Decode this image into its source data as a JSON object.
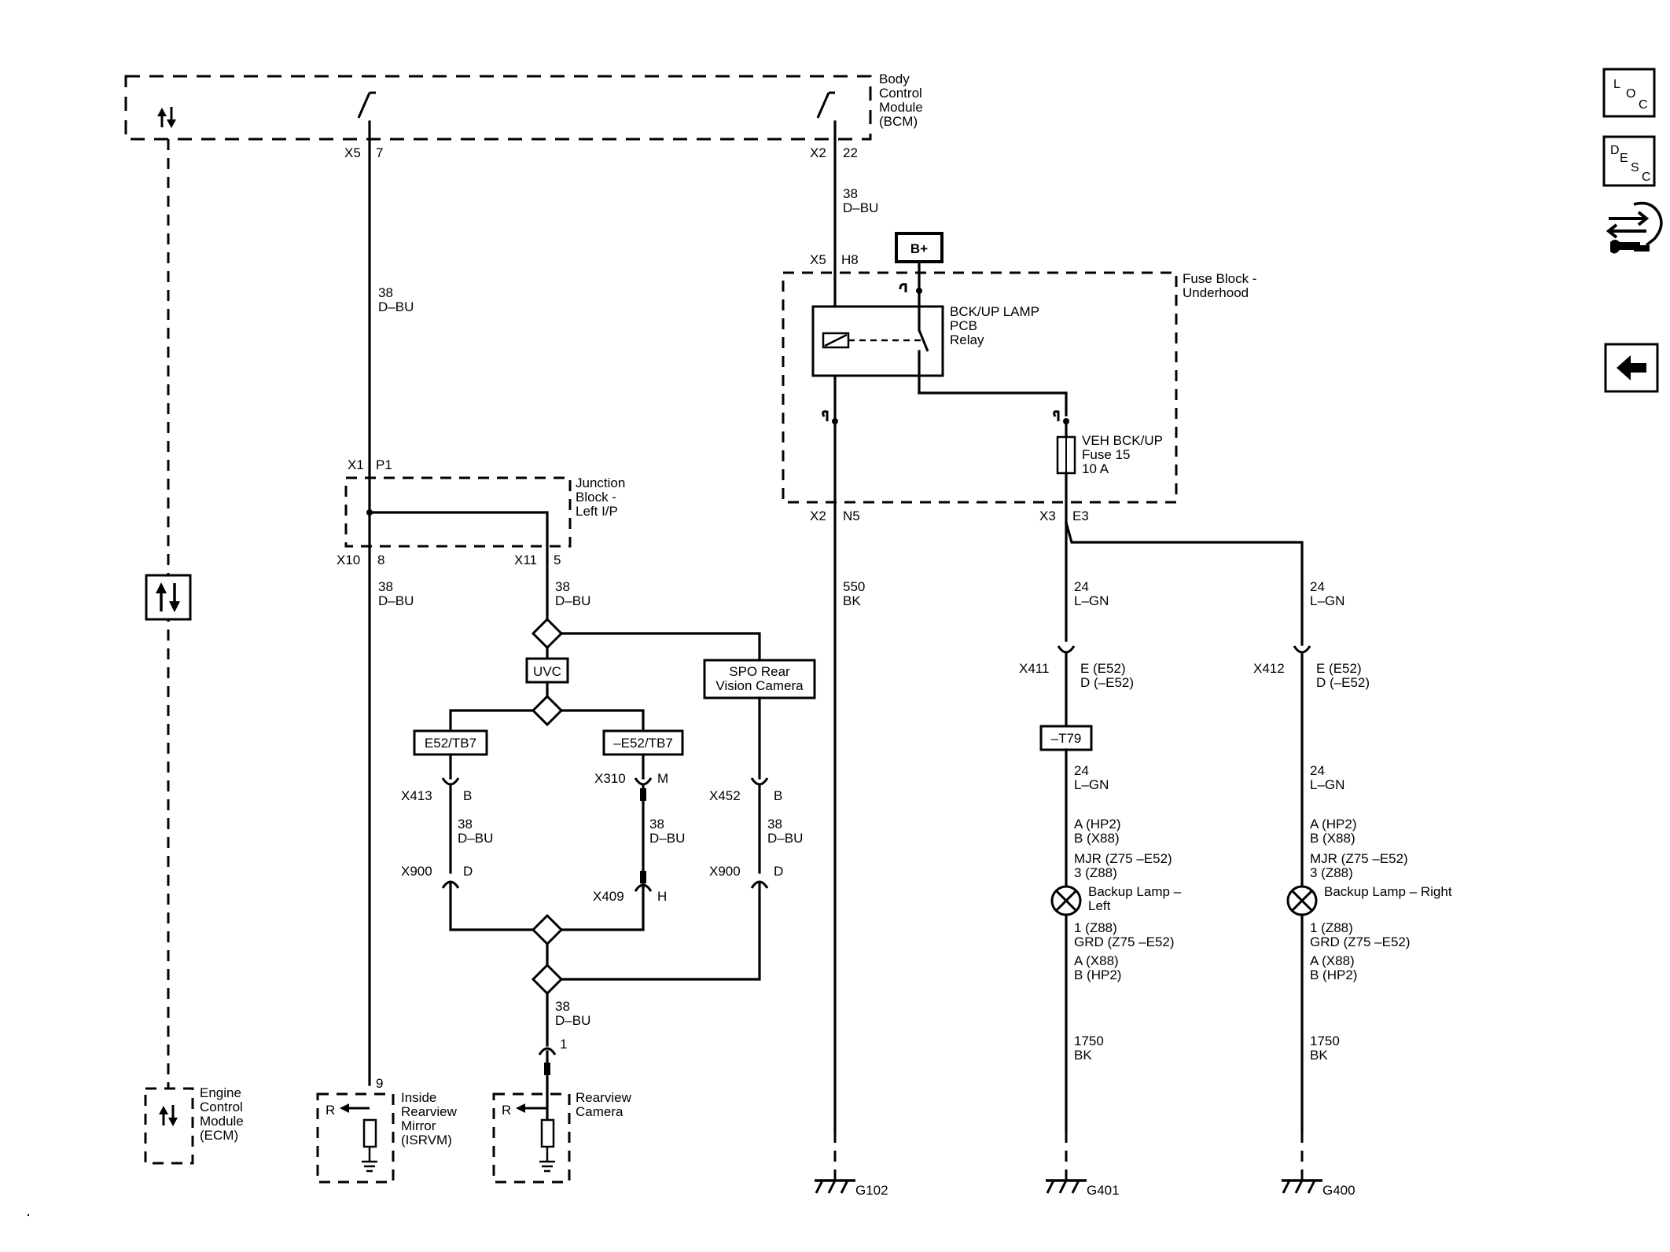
{
  "modules": {
    "bcm": [
      "Body",
      "Control",
      "Module",
      "(BCM)"
    ],
    "fuse_block": [
      "Fuse Block -",
      "Underhood"
    ],
    "junction_block": [
      "Junction",
      "Block -",
      "Left I/P"
    ],
    "ecm": [
      "Engine",
      "Control",
      "Module",
      "(ECM)"
    ],
    "isrvm": [
      "Inside",
      "Rearview",
      "Mirror",
      "(ISRVM)"
    ],
    "camera": [
      "Rearview",
      "Camera"
    ]
  },
  "connectors": {
    "bcm_left": {
      "conn": "X5",
      "pin": "7"
    },
    "bcm_right": {
      "conn": "X2",
      "pin": "22"
    },
    "fb_top": {
      "conn": "X5",
      "pin": "H8"
    },
    "fb_bottom_left": {
      "conn": "X2",
      "pin": "N5"
    },
    "fb_bottom_right": {
      "conn": "X3",
      "pin": "E3"
    },
    "jb_top": {
      "conn": "X1",
      "pin": "P1"
    },
    "jb_bottom_left": {
      "conn": "X10",
      "pin": "8"
    },
    "jb_bottom_right": {
      "conn": "X11",
      "pin": "5"
    },
    "x413": {
      "conn": "X413",
      "pin": "B"
    },
    "x310": {
      "conn": "X310",
      "pin": "M"
    },
    "x452": {
      "conn": "X452",
      "pin": "B"
    },
    "x900a": {
      "conn": "X900",
      "pin": "D"
    },
    "x409": {
      "conn": "X409",
      "pin": "H"
    },
    "x900b": {
      "conn": "X900",
      "pin": "D"
    },
    "isrvm_pin": "9",
    "cam_pin": "1",
    "x411": {
      "conn": "X411",
      "pin_a": "E (E52)",
      "pin_b": "D (–E52)"
    },
    "x412": {
      "conn": "X412",
      "pin_a": "E (E52)",
      "pin_b": "D (–E52)"
    }
  },
  "wires": {
    "w_bcm_left": [
      "38",
      "D–BU"
    ],
    "w_bcm_right": [
      "38",
      "D–BU"
    ],
    "w_jb_left": [
      "38",
      "D–BU"
    ],
    "w_jb_right": [
      "38",
      "D–BU"
    ],
    "w_x413": [
      "38",
      "D–BU"
    ],
    "w_x310": [
      "38",
      "D–BU"
    ],
    "w_x452": [
      "38",
      "D–BU"
    ],
    "w_cam": [
      "38",
      "D–BU"
    ],
    "w_g102": [
      "550",
      "BK"
    ],
    "w_left_lamp_top": [
      "24",
      "L–GN"
    ],
    "w_right_lamp_top": [
      "24",
      "L–GN"
    ],
    "w_left_lamp_mid": [
      "24",
      "L–GN"
    ],
    "w_right_lamp_mid": [
      "24",
      "L–GN"
    ],
    "w_left_gnd": [
      "1750",
      "BK"
    ],
    "w_right_gnd": [
      "1750",
      "BK"
    ]
  },
  "options": {
    "uvc": "UVC",
    "spo": [
      "SPO Rear",
      "Vision Camera"
    ],
    "e52tb7": "E52/TB7",
    "ne52tb7": "–E52/TB7",
    "t79": "–T79",
    "bplus": "B+"
  },
  "relay": [
    "BCK/UP LAMP",
    "PCB",
    "Relay"
  ],
  "fuse": [
    "VEH BCK/UP",
    "Fuse 15",
    "10 A"
  ],
  "lamp_left": {
    "pins_top": [
      "A (HP2)",
      "B (X88)",
      "MJR (Z75 –E52)",
      "3 (Z88)"
    ],
    "name": [
      "Backup Lamp –",
      "Left"
    ],
    "pins_bottom": [
      "1 (Z88)",
      "GRD (Z75 –E52)",
      "A (X88)",
      "B (HP2)"
    ]
  },
  "lamp_right": {
    "pins_top": [
      "A (HP2)",
      "B (X88)",
      "MJR (Z75 –E52)",
      "3 (Z88)"
    ],
    "name": [
      "Backup Lamp – Right"
    ],
    "pins_bottom": [
      "1 (Z88)",
      "GRD (Z75 –E52)",
      "A (X88)",
      "B (HP2)"
    ]
  },
  "grounds": [
    "G102",
    "G401",
    "G400"
  ],
  "serial_r": "R",
  "sidebar": {
    "loc": [
      "L",
      "O",
      "C"
    ],
    "desc": [
      "D",
      "E",
      "S",
      "C"
    ],
    "items": [
      "loc-icon",
      "desc-icon",
      "connector-tools-icon",
      "back-arrow-icon"
    ]
  }
}
